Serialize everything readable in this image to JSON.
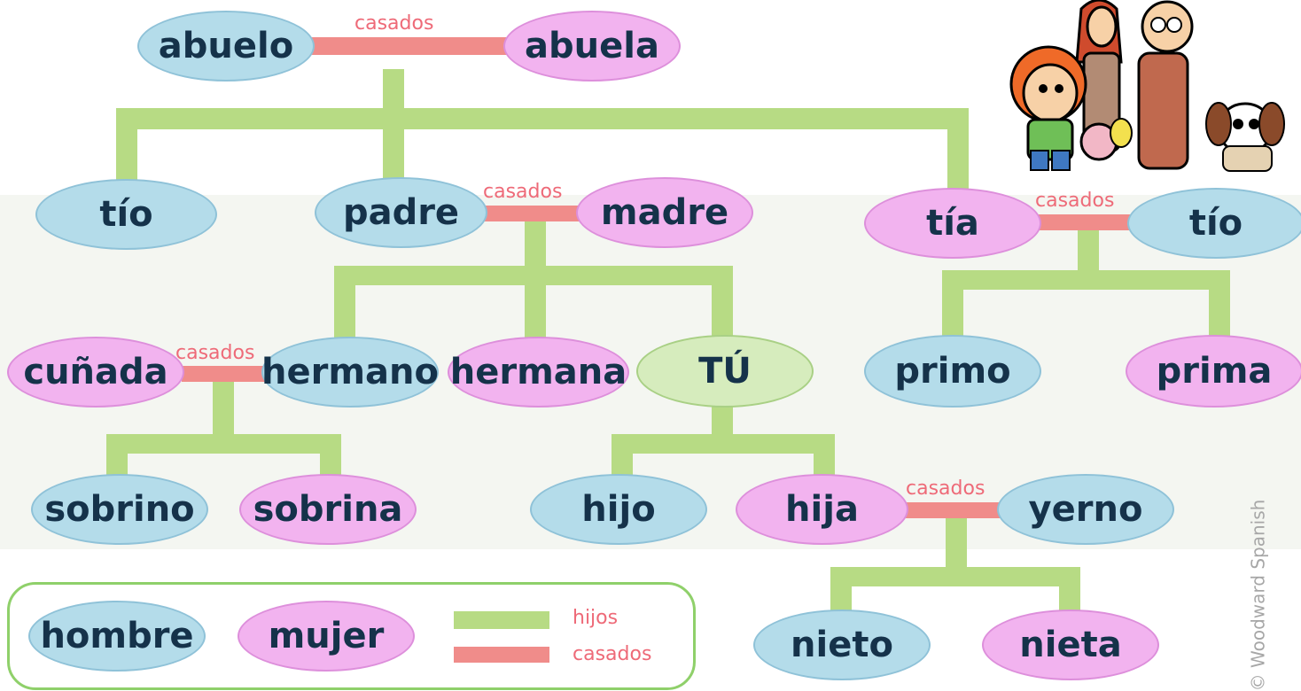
{
  "colors": {
    "male": "#b4dcea",
    "female": "#f2b3ef",
    "self": "#d6ecbd",
    "children_line": "#b7db84",
    "married_line": "#f08c8a",
    "text": "#15324a",
    "married_label": "#ee6a78"
  },
  "nodes": {
    "abuelo": "abuelo",
    "abuela": "abuela",
    "tio_left": "tío",
    "padre": "padre",
    "madre": "madre",
    "tia": "tía",
    "tio_right": "tío",
    "cunada": "cuñada",
    "hermano": "hermano",
    "hermana": "hermana",
    "tu": "TÚ",
    "primo": "primo",
    "prima": "prima",
    "sobrino": "sobrino",
    "sobrina": "sobrina",
    "hijo": "hijo",
    "hija": "hija",
    "yerno": "yerno",
    "nieto": "nieto",
    "nieta": "nieta"
  },
  "married_label": "casados",
  "legend": {
    "male": "hombre",
    "female": "mujer",
    "children": "hijos",
    "married": "casados"
  },
  "credit": "© Woodward Spanish",
  "watermark": "Woodward SPANISH"
}
